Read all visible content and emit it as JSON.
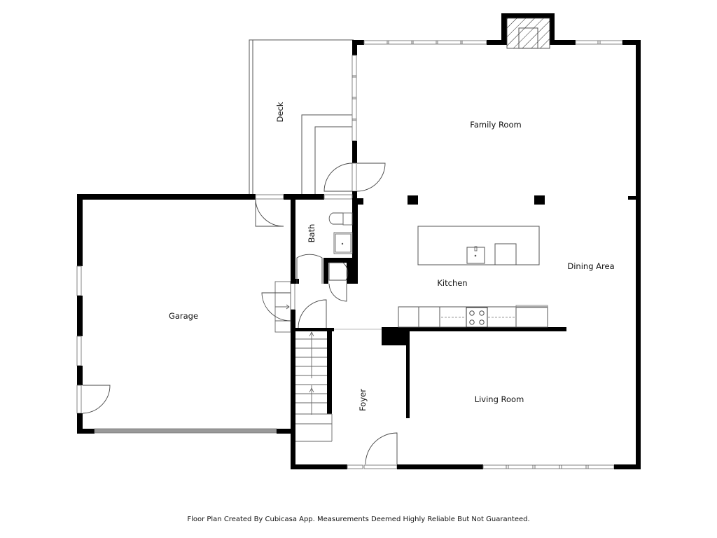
{
  "plan": {
    "rooms": {
      "deck": "Deck",
      "family_room": "Family Room",
      "bath": "Bath",
      "kitchen": "Kitchen",
      "dining_area": "Dining Area",
      "garage": "Garage",
      "foyer": "Foyer",
      "living_room": "Living Room"
    },
    "icons": {
      "fireplace": "fireplace-icon",
      "stairs": "stairs-icon",
      "stove": "stove-icon",
      "sink": "sink-icon",
      "toilet": "toilet-icon"
    },
    "colors": {
      "wall": "#000000",
      "line": "#555555",
      "background": "#ffffff"
    }
  },
  "footer": {
    "disclaimer": "Floor Plan Created By Cubicasa App. Measurements Deemed Highly Reliable But Not Guaranteed."
  }
}
